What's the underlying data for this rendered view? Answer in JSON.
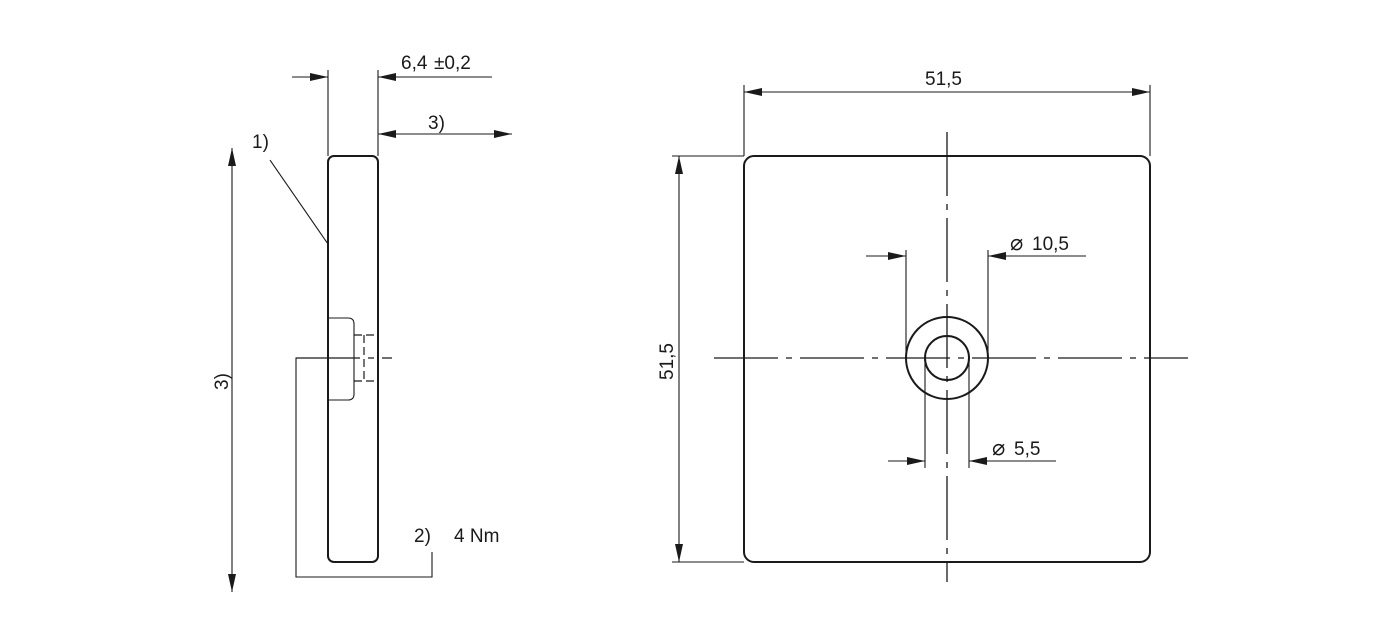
{
  "side_view": {
    "thickness_label": "6,4",
    "tolerance_label": "±0,2",
    "note_1_label": "1)",
    "note_3_top_label": "3)",
    "note_3_left_label": "3)",
    "note_2_label": "2)",
    "torque_label": "4 Nm"
  },
  "front_view": {
    "width_label": "51,5",
    "height_label": "51,5",
    "outer_hole_diameter_label": "10,5",
    "inner_hole_diameter_label": "5,5",
    "diameter_symbol": "⌀"
  }
}
